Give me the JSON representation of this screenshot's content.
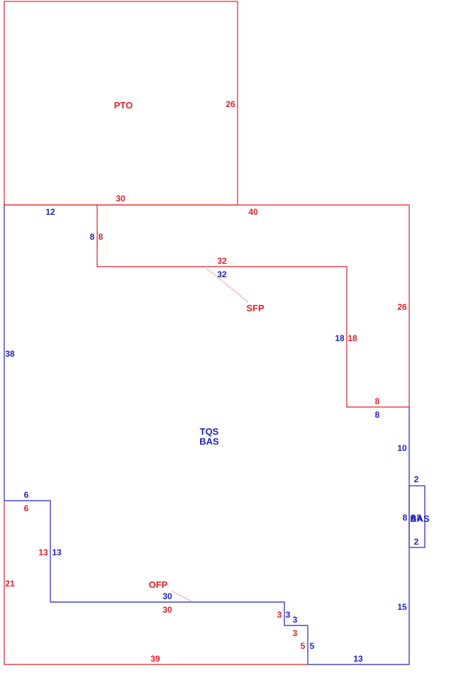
{
  "colors": {
    "red": "#e0202a",
    "blue": "#2222bb"
  },
  "areas": {
    "pto": "PTO",
    "sfp": "SFP",
    "tqs": "TQS",
    "bas": "BAS",
    "ofp": "OFP",
    "bas_small": "BAS"
  },
  "dims": {
    "pto_left_26": "26",
    "pto_bottom_30": "30",
    "top_12": "12",
    "top_40": "40",
    "step_8_blue": "8",
    "step_8_red": "8",
    "sfp_32_red": "32",
    "sfp_32_blue": "32",
    "right_26": "26",
    "notch_18_blue": "18",
    "notch_18_red": "18",
    "notch_8_red": "8",
    "notch_8_blue": "8",
    "left_38": "38",
    "right_10": "10",
    "bump_2_top": "2",
    "bump_8": "8",
    "bump_8_inner_a": "8",
    "bump_8_inner_b": "8",
    "bump_2_bottom": "2",
    "ofp_6_blue": "6",
    "ofp_6_red": "6",
    "ofp_13_red": "13",
    "ofp_13_blue": "13",
    "left_21": "21",
    "ofp_30_blue": "30",
    "ofp_30_red": "30",
    "right_15": "15",
    "step_3_red": "3",
    "step_3_blue_a": "3",
    "step_3_blue_b": "3",
    "step_3_red_b": "3",
    "step_5_red": "5",
    "step_5_blue": "5",
    "bottom_39": "39",
    "bottom_13": "13"
  }
}
